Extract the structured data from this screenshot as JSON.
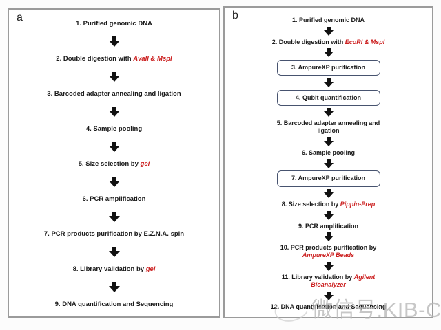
{
  "colors": {
    "accent_red": "#cc2121",
    "panel_border": "#9b9b9b",
    "box_border": "#47536f",
    "watermark": "#b8b8b8"
  },
  "icons": {
    "flow_arrow": "down-arrow-solid-black"
  },
  "watermark": {
    "text": "微信号:KIB-CAS"
  },
  "panels": [
    {
      "label": "a",
      "steps": [
        {
          "boxed": false,
          "lines": [
            [
              {
                "t": "1. Purified genomic DNA",
                "red": false
              }
            ]
          ]
        },
        {
          "boxed": false,
          "lines": [
            [
              {
                "t": "2. Double digestion with ",
                "red": false
              },
              {
                "t": "AvaII & MspI",
                "red": true
              }
            ]
          ]
        },
        {
          "boxed": false,
          "lines": [
            [
              {
                "t": "3. Barcoded adapter annealing and ligation",
                "red": false
              }
            ]
          ]
        },
        {
          "boxed": false,
          "lines": [
            [
              {
                "t": "4. Sample pooling",
                "red": false
              }
            ]
          ]
        },
        {
          "boxed": false,
          "lines": [
            [
              {
                "t": "5. Size selection by ",
                "red": false
              },
              {
                "t": "gel",
                "red": true
              }
            ]
          ]
        },
        {
          "boxed": false,
          "lines": [
            [
              {
                "t": "6. PCR amplification",
                "red": false
              }
            ]
          ]
        },
        {
          "boxed": false,
          "lines": [
            [
              {
                "t": "7. PCR products purification by  E.Z.N.A. spin",
                "red": false
              }
            ]
          ]
        },
        {
          "boxed": false,
          "lines": [
            [
              {
                "t": "8. Library validation by ",
                "red": false
              },
              {
                "t": "gel",
                "red": true
              }
            ]
          ]
        },
        {
          "boxed": false,
          "lines": [
            [
              {
                "t": "9. DNA quantification and Sequencing",
                "red": false
              }
            ]
          ]
        }
      ]
    },
    {
      "label": "b",
      "steps": [
        {
          "boxed": false,
          "lines": [
            [
              {
                "t": "1. Purified genomic DNA",
                "red": false
              }
            ]
          ]
        },
        {
          "boxed": false,
          "lines": [
            [
              {
                "t": "2. Double digestion with ",
                "red": false
              },
              {
                "t": "EcoRI & MspI",
                "red": true
              }
            ]
          ]
        },
        {
          "boxed": true,
          "lines": [
            [
              {
                "t": "3. AmpureXP purification",
                "red": false
              }
            ]
          ]
        },
        {
          "boxed": true,
          "lines": [
            [
              {
                "t": "4. Qubit quantification",
                "red": false
              }
            ]
          ]
        },
        {
          "boxed": false,
          "lines": [
            [
              {
                "t": "5. Barcoded adapter annealing and",
                "red": false
              }
            ],
            [
              {
                "t": "ligation",
                "red": false
              }
            ]
          ]
        },
        {
          "boxed": false,
          "lines": [
            [
              {
                "t": "6. Sample pooling",
                "red": false
              }
            ]
          ]
        },
        {
          "boxed": true,
          "lines": [
            [
              {
                "t": "7. AmpureXP purification",
                "red": false
              }
            ]
          ]
        },
        {
          "boxed": false,
          "lines": [
            [
              {
                "t": "8. Size selection by ",
                "red": false
              },
              {
                "t": "Pippin-Prep",
                "red": true
              }
            ]
          ]
        },
        {
          "boxed": false,
          "lines": [
            [
              {
                "t": "9. PCR amplification",
                "red": false
              }
            ]
          ]
        },
        {
          "boxed": false,
          "lines": [
            [
              {
                "t": "10. PCR products purification by",
                "red": false
              }
            ],
            [
              {
                "t": "AmpureXP Beads",
                "red": true
              }
            ]
          ]
        },
        {
          "boxed": false,
          "lines": [
            [
              {
                "t": "11. Library validation by ",
                "red": false
              },
              {
                "t": "Agilent",
                "red": true
              }
            ],
            [
              {
                "t": "Bioanalyzer",
                "red": true
              }
            ]
          ]
        },
        {
          "boxed": false,
          "lines": [
            [
              {
                "t": "12. DNA quantification and Sequencing",
                "red": false
              }
            ]
          ]
        }
      ]
    }
  ]
}
